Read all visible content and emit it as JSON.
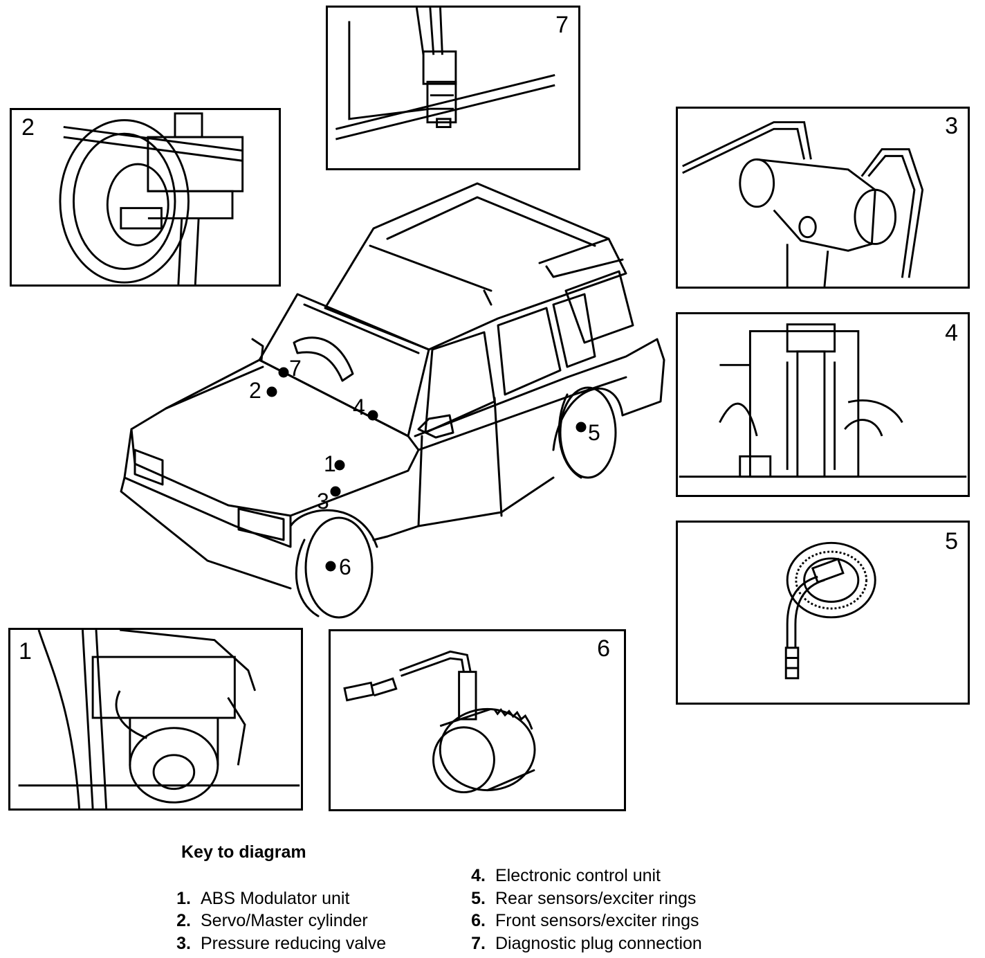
{
  "panels": [
    {
      "id": "1",
      "label": "1"
    },
    {
      "id": "2",
      "label": "2"
    },
    {
      "id": "3",
      "label": "3"
    },
    {
      "id": "4",
      "label": "4"
    },
    {
      "id": "5",
      "label": "5"
    },
    {
      "id": "6",
      "label": "6"
    },
    {
      "id": "7",
      "label": "7"
    }
  ],
  "callouts": [
    "7",
    "2",
    "4",
    "1",
    "3",
    "5",
    "6"
  ],
  "key": {
    "title": "Key to diagram",
    "items": [
      {
        "num": "1.",
        "text": "ABS Modulator unit"
      },
      {
        "num": "2.",
        "text": "Servo/Master cylinder"
      },
      {
        "num": "3.",
        "text": "Pressure reducing valve"
      },
      {
        "num": "4.",
        "text": "Electronic control unit"
      },
      {
        "num": "5.",
        "text": "Rear sensors/exciter rings"
      },
      {
        "num": "6.",
        "text": "Front sensors/exciter rings"
      },
      {
        "num": "7.",
        "text": "Diagnostic plug connection"
      }
    ]
  }
}
